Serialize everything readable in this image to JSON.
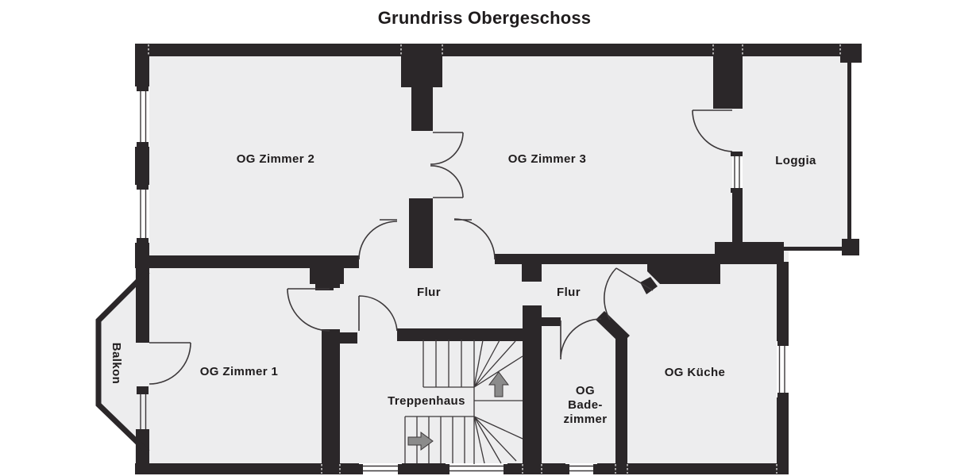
{
  "title": "Grundriss Obergeschoss",
  "rooms": {
    "zimmer2": "OG Zimmer 2",
    "zimmer3": "OG Zimmer 3",
    "loggia": "Loggia",
    "zimmer1": "OG Zimmer 1",
    "flur_left": "Flur",
    "flur_right": "Flur",
    "treppenhaus": "Treppenhaus",
    "badezimmer_line1": "OG",
    "badezimmer_line2": "Bade-",
    "badezimmer_line3": "zimmer",
    "kueche": "OG Küche",
    "balkon": "Balkon"
  },
  "icons": {
    "stairs_up_arrow": "up-arrow",
    "stairs_entry_arrow": "right-arrow"
  },
  "colors": {
    "wall": "#2b2729",
    "room_fill": "#ededee",
    "line": "#3c383a",
    "arrow_fill": "#8b8b8b",
    "background": "#ffffff",
    "text": "#1f1c1d"
  }
}
